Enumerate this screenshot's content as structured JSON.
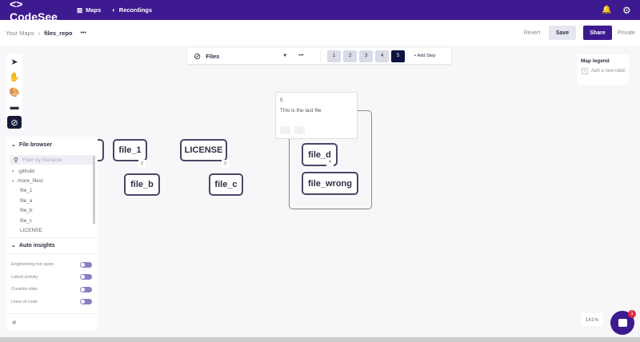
{
  "topbar": {
    "logo": "<> CodeSee",
    "nav": [
      {
        "label": "Maps",
        "icon": "map-icon"
      },
      {
        "label": "Recordings",
        "icon": "record-icon"
      }
    ]
  },
  "breadcrumb": {
    "root": "Your Maps",
    "current": "files_repo",
    "more": "•••"
  },
  "actions": {
    "revert": "Revert",
    "save": "Save",
    "share": "Share",
    "visibility": "Private"
  },
  "tour": {
    "name": "Files",
    "more": "•••",
    "steps": [
      "1",
      "2",
      "3",
      "4",
      "5"
    ],
    "active_step": 5,
    "add_step": "+ Add Step"
  },
  "legend": {
    "title": "Map legend",
    "add_label": "Add a new label"
  },
  "tooltip": {
    "step": "5",
    "text": "This is the last file",
    "prev": "←",
    "next": "→"
  },
  "nodes": [
    "file_1",
    "file_b",
    "LICENSE",
    "file_c",
    "file_d",
    "file_wrong"
  ],
  "node_badges": [
    "2",
    "3",
    "4"
  ],
  "file_browser": {
    "title": "File browser",
    "placeholder": "Filter by filename",
    "items": [
      ".github/",
      "more_files/",
      "file_1",
      "file_a",
      "file_b",
      "file_c",
      "LICENSE"
    ]
  },
  "auto_insights": {
    "title": "Auto insights",
    "items": [
      "Engineering hot spots",
      "Latest activity",
      "Creation date",
      "Lines of code"
    ]
  },
  "collapse": "«",
  "zoom_level": "141%",
  "chat": {
    "unread": "1"
  },
  "colors": {
    "brand": "#3d1a8f",
    "active_step": "#0d1440",
    "toggle": "#8a7fc4"
  }
}
